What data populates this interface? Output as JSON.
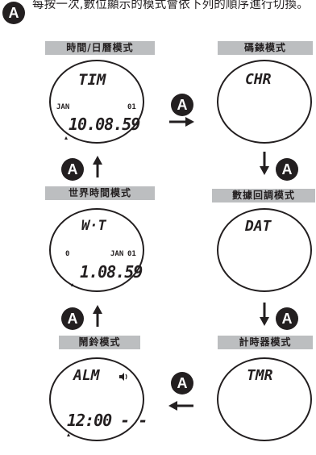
{
  "intro": {
    "badge": "A",
    "text": "每按一次,數位顯示的模式會依下列的順序進行切換。"
  },
  "modes": {
    "time": {
      "label": "時間/日曆模式",
      "display": "TIM",
      "month": "JAN",
      "day": "01",
      "time": "10.08.59"
    },
    "chrono": {
      "label": "碼錶模式",
      "display": "CHR"
    },
    "data": {
      "label": "數據回調模式",
      "display": "DAT"
    },
    "timer": {
      "label": "計時器模式",
      "display": "TMR"
    },
    "alarm": {
      "label": "鬧鈴模式",
      "display": "ALM",
      "time": "12:00 - -"
    },
    "world": {
      "label": "世界時間模式",
      "display": "W·T",
      "offset": "0",
      "month": "JAN",
      "day": "01",
      "time": "1.08.59"
    }
  },
  "button_labels": {
    "a": "A"
  }
}
